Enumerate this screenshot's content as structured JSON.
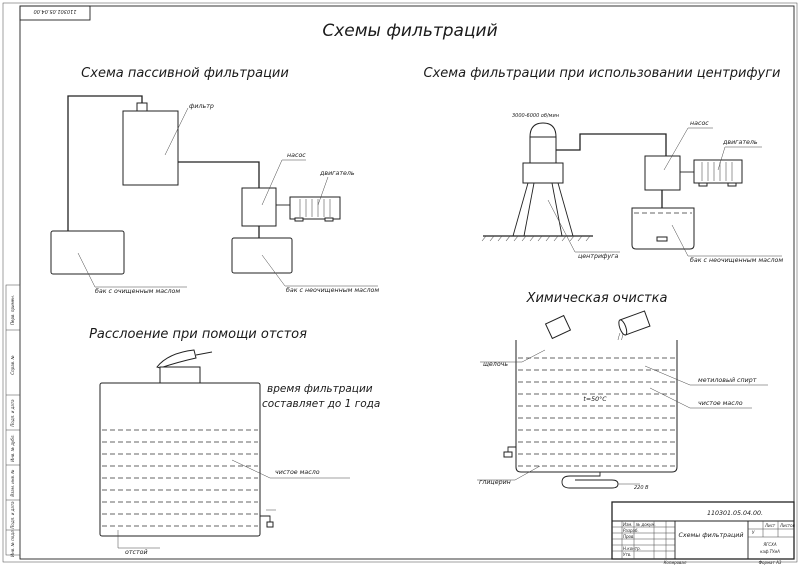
{
  "sheet": {
    "top_code": "110301.05.04.00",
    "title": "Схемы фильтраций"
  },
  "passive": {
    "title": "Схема пассивной фильтрации",
    "filter": "фильтр",
    "pump": "насос",
    "motor": "двигатель",
    "clean_tank": "бак с очищенным маслом",
    "dirty_tank": "бак с неочищенным маслом"
  },
  "centrifuge": {
    "title": "Схема фильтрации при использовании центрифуги",
    "speed": "3000-6000 об/мин",
    "pump": "насос",
    "motor": "двигатель",
    "centrifuge": "центрифуга",
    "dirty_tank": "бак с неочищенным маслом"
  },
  "settling": {
    "title": "Расслоение при помощи отстоя",
    "note_line1": "время фильтрации",
    "note_line2": "составляет до 1 года",
    "clean_oil": "чистое масло",
    "sediment": "отстой"
  },
  "chemical": {
    "title": "Химическая очистка",
    "alkali": "щелочь",
    "methyl": "метиловый спирт",
    "clean_oil": "чистое масло",
    "temperature": "t=50°C",
    "glycerin": "глицерин",
    "voltage": "220 В"
  },
  "title_block": {
    "code": "110301.05.04.00.",
    "name": "Схемы фильтраций",
    "org_line1": "ЯГСХА",
    "org_line2": "каф.ТУиА",
    "letter": "У",
    "sheet_label": "Лист",
    "sheets_label": "Листов",
    "format": "Формат А3",
    "copied": "Копировал",
    "rows": [
      "Изм.",
      "Лист",
      "№ докум.",
      "Подп.",
      "Дата",
      "Разраб.",
      "Пров.",
      "Т.контр.",
      "Н.контр.",
      "Утв."
    ]
  },
  "margin_stamps": [
    "Перв. примен.",
    "Справ. №",
    "Подп. и дата",
    "Инв. № дубл.",
    "Взам. инв. №",
    "Подп. и дата",
    "Инв. № подл."
  ]
}
